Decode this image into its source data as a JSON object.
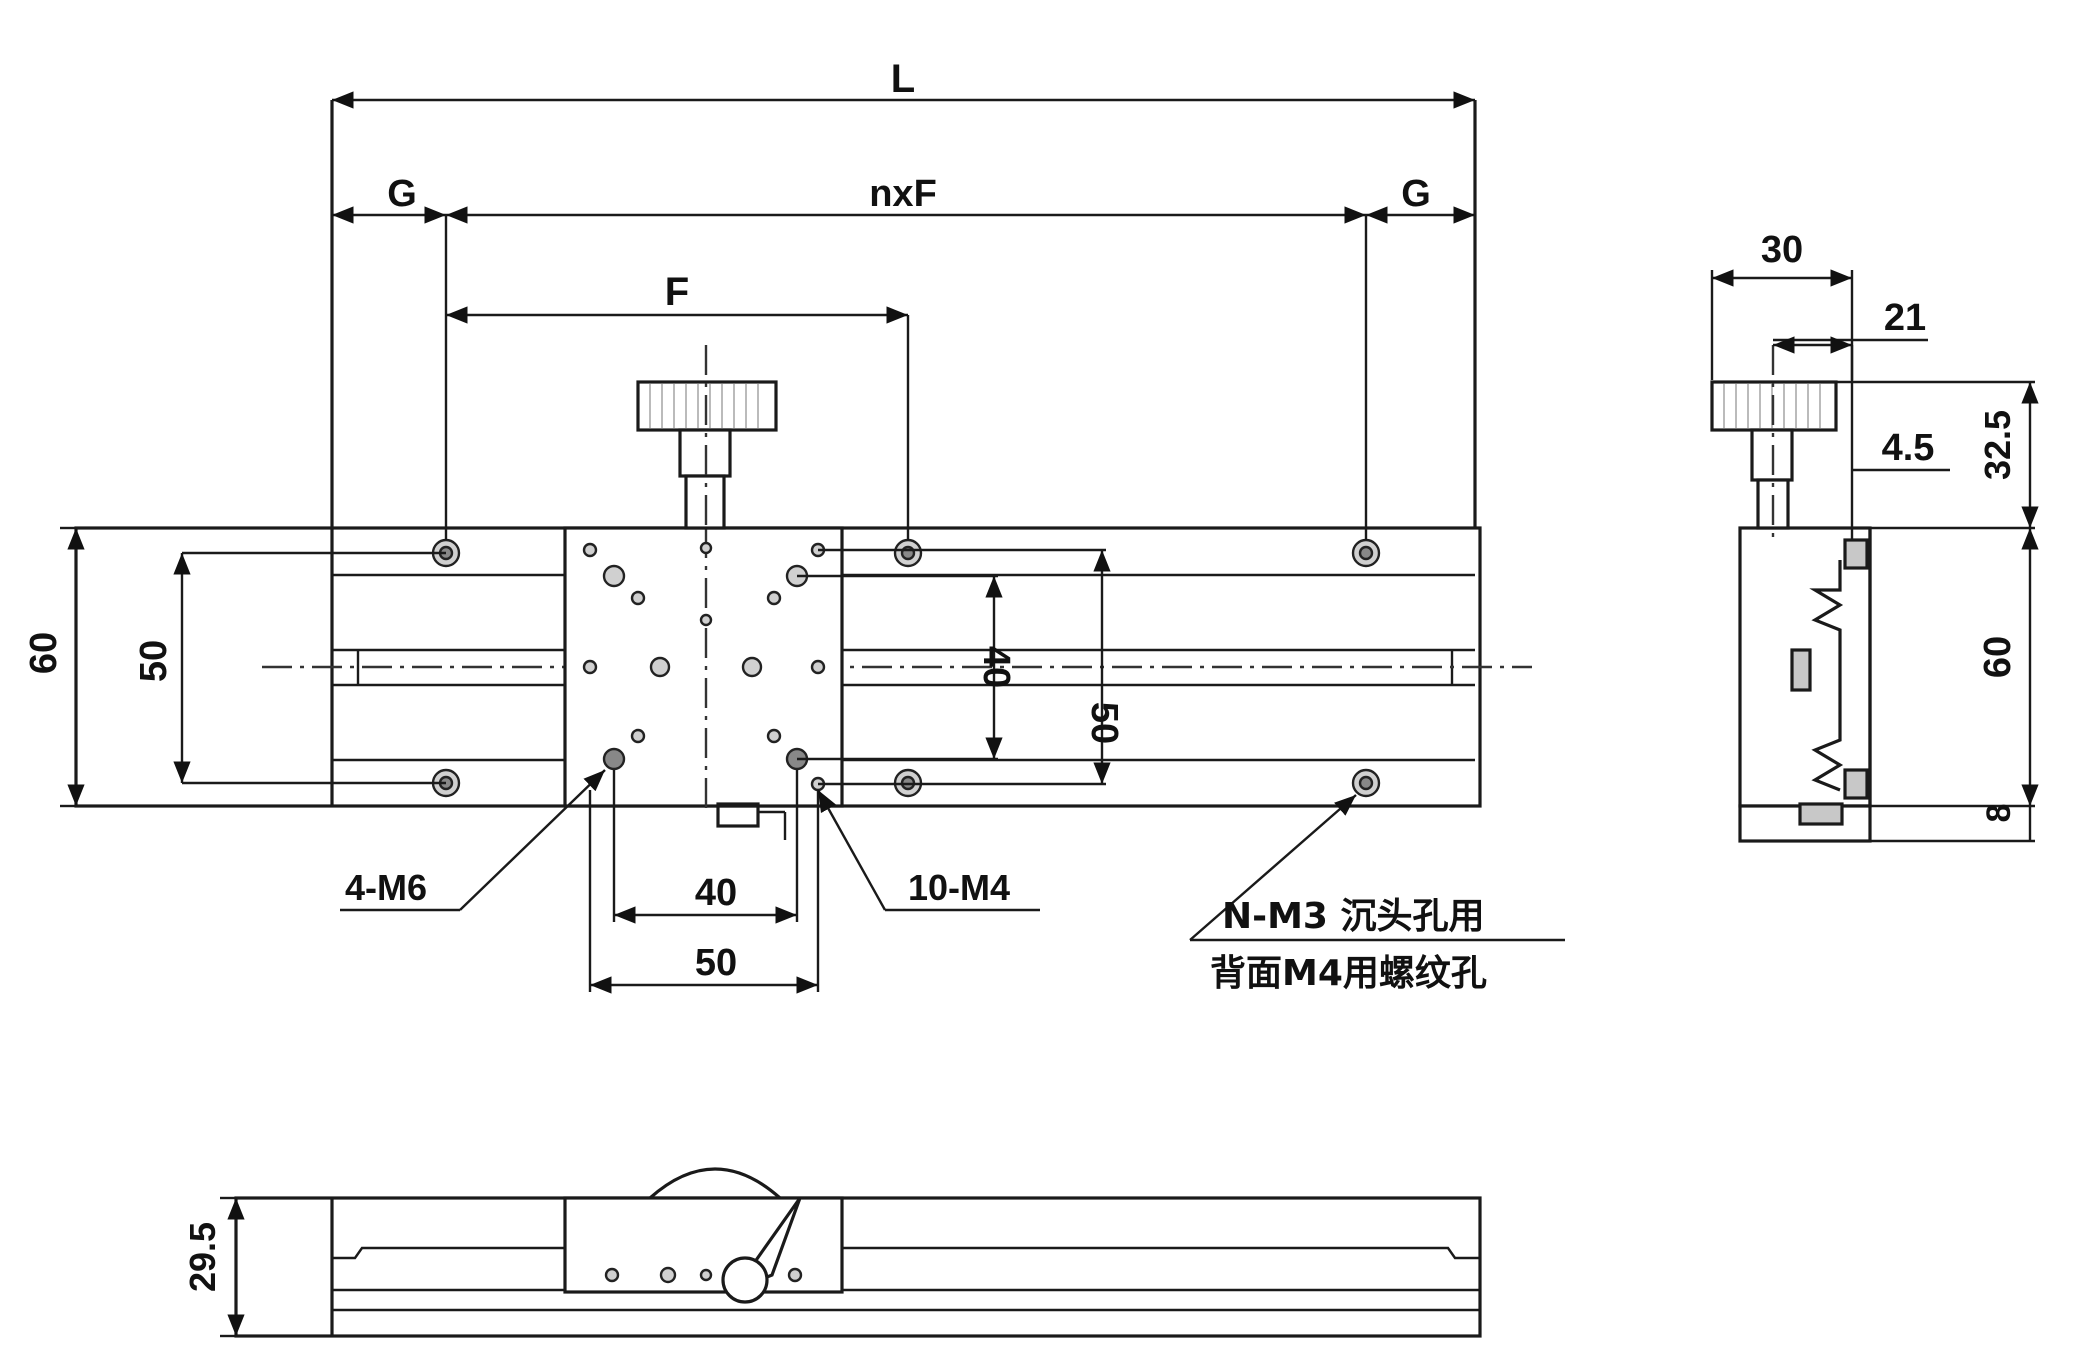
{
  "labels": {
    "L": "L",
    "G_left": "G",
    "nxF": "nxF",
    "G_right": "G",
    "F": "F",
    "h60_left": "60",
    "h50_left": "50",
    "h40_inner": "40",
    "h50_inner": "50",
    "w40_bottom": "40",
    "w50_bottom": "50",
    "m6": "4-M6",
    "m4": "10-M4",
    "n_m3": "N-M3 沉头孔用",
    "back_m4": "背面M4用螺纹孔",
    "side_30": "30",
    "side_21": "21",
    "side_45": "4.5",
    "side_325": "32.5",
    "side_60": "60",
    "side_8": "8",
    "front_295": "29.5"
  }
}
